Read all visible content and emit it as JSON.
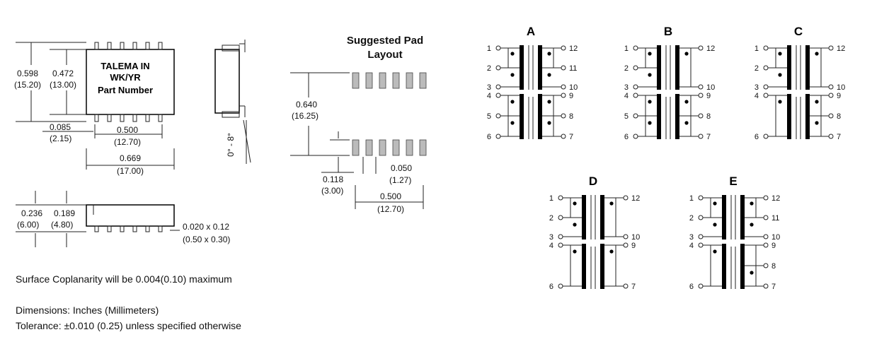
{
  "package": {
    "label_lines": [
      "TALEMA IN",
      "WK/YR",
      "Part Number"
    ],
    "height_in": "0.598",
    "height_mm": "(15.20)",
    "body_in": "0.472",
    "body_mm": "(13.00)",
    "offset_in": "0.085",
    "offset_mm": "(2.15)",
    "span_in": "0.500",
    "span_mm": "(12.70)",
    "length_in": "0.669",
    "length_mm": "(17.00)",
    "angle": "0° - 8°"
  },
  "side_view": {
    "total_in": "0.236",
    "total_mm": "(6.00)",
    "body_in": "0.189",
    "body_mm": "(4.80)",
    "lead_size_in": "0.020 x 0.12",
    "lead_size_mm": "(0.50 x 0.30)"
  },
  "pad_layout": {
    "title_lines": [
      "Suggested Pad",
      "Layout"
    ],
    "row_spacing_in": "0.640",
    "row_spacing_mm": "(16.25)",
    "pad_length_in": "0.118",
    "pad_length_mm": "(3.00)",
    "pitch_in": "0.050",
    "pitch_mm": "(1.27)",
    "span_in": "0.500",
    "span_mm": "(12.70)"
  },
  "notes": {
    "coplanarity": "Surface Coplanarity will be 0.004(0.10) maximum",
    "dimensions": "Dimensions: Inches (Millimeters)",
    "tolerance": "Tolerance: ±0.010 (0.25) unless specified otherwise"
  },
  "schematics": [
    {
      "letter": "A",
      "left_pins": [
        "1",
        "2",
        "3",
        "4",
        "5",
        "6"
      ],
      "right_pins": [
        "12",
        "11",
        "10",
        "9",
        "8",
        "7"
      ]
    },
    {
      "letter": "B",
      "left_pins": [
        "1",
        "2",
        "3",
        "4",
        "5",
        "6"
      ],
      "right_pins": [
        "12",
        "10",
        "9",
        "8",
        "7"
      ]
    },
    {
      "letter": "C",
      "left_pins": [
        "1",
        "2",
        "3",
        "4",
        "6"
      ],
      "right_pins": [
        "12",
        "10",
        "9",
        "8",
        "7"
      ]
    },
    {
      "letter": "D",
      "left_pins": [
        "1",
        "2",
        "3",
        "4",
        "6"
      ],
      "right_pins": [
        "12",
        "10",
        "9",
        "7"
      ]
    },
    {
      "letter": "E",
      "left_pins": [
        "1",
        "2",
        "3",
        "4",
        "6"
      ],
      "right_pins": [
        "12",
        "11",
        "10",
        "9",
        "8",
        "7"
      ]
    }
  ]
}
